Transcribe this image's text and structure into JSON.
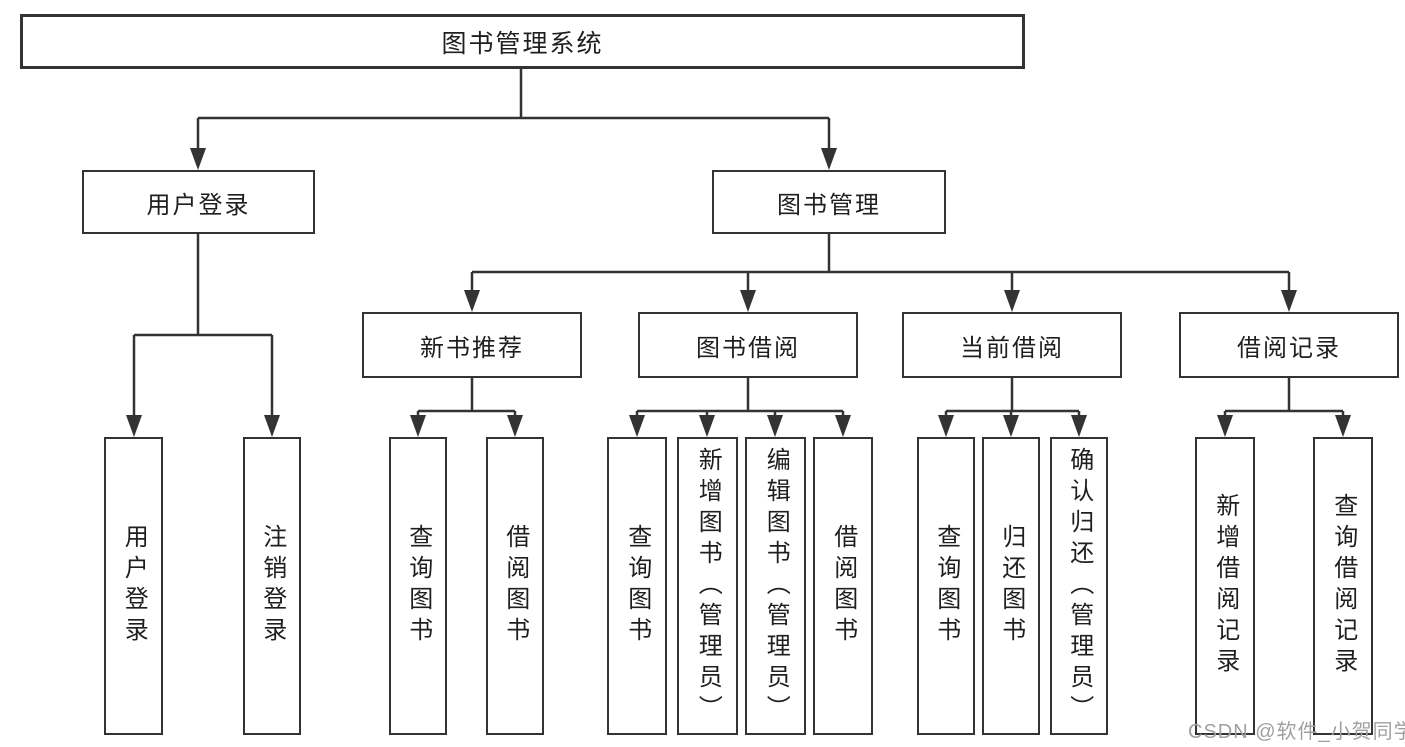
{
  "diagram_title": "图书管理系统",
  "tree": {
    "label": "图书管理系统",
    "children": [
      {
        "label": "用户登录",
        "children": [
          {
            "label": "用户登录"
          },
          {
            "label": "注销登录"
          }
        ]
      },
      {
        "label": "图书管理",
        "children": [
          {
            "label": "新书推荐",
            "children": [
              {
                "label": "查询图书"
              },
              {
                "label": "借阅图书"
              }
            ]
          },
          {
            "label": "图书借阅",
            "children": [
              {
                "label": "查询图书"
              },
              {
                "label": "新增图书（管理员）"
              },
              {
                "label": "编辑图书（管理员）"
              },
              {
                "label": "借阅图书"
              }
            ]
          },
          {
            "label": "当前借阅",
            "children": [
              {
                "label": "查询图书"
              },
              {
                "label": "归还图书"
              },
              {
                "label": "确认归还（管理员）"
              }
            ]
          },
          {
            "label": "借阅记录",
            "children": [
              {
                "label": "新增借阅记录"
              },
              {
                "label": "查询借阅记录"
              }
            ]
          }
        ]
      }
    ]
  },
  "watermark": "CSDN @软件_小贺同学",
  "icons": {
    "connector_arrow": "solid-down-triangle"
  },
  "colors": {
    "line": "#333333",
    "box_border": "#333333",
    "text": "#1f1f1f",
    "watermark": "#a0a0a0",
    "background": "#ffffff"
  }
}
